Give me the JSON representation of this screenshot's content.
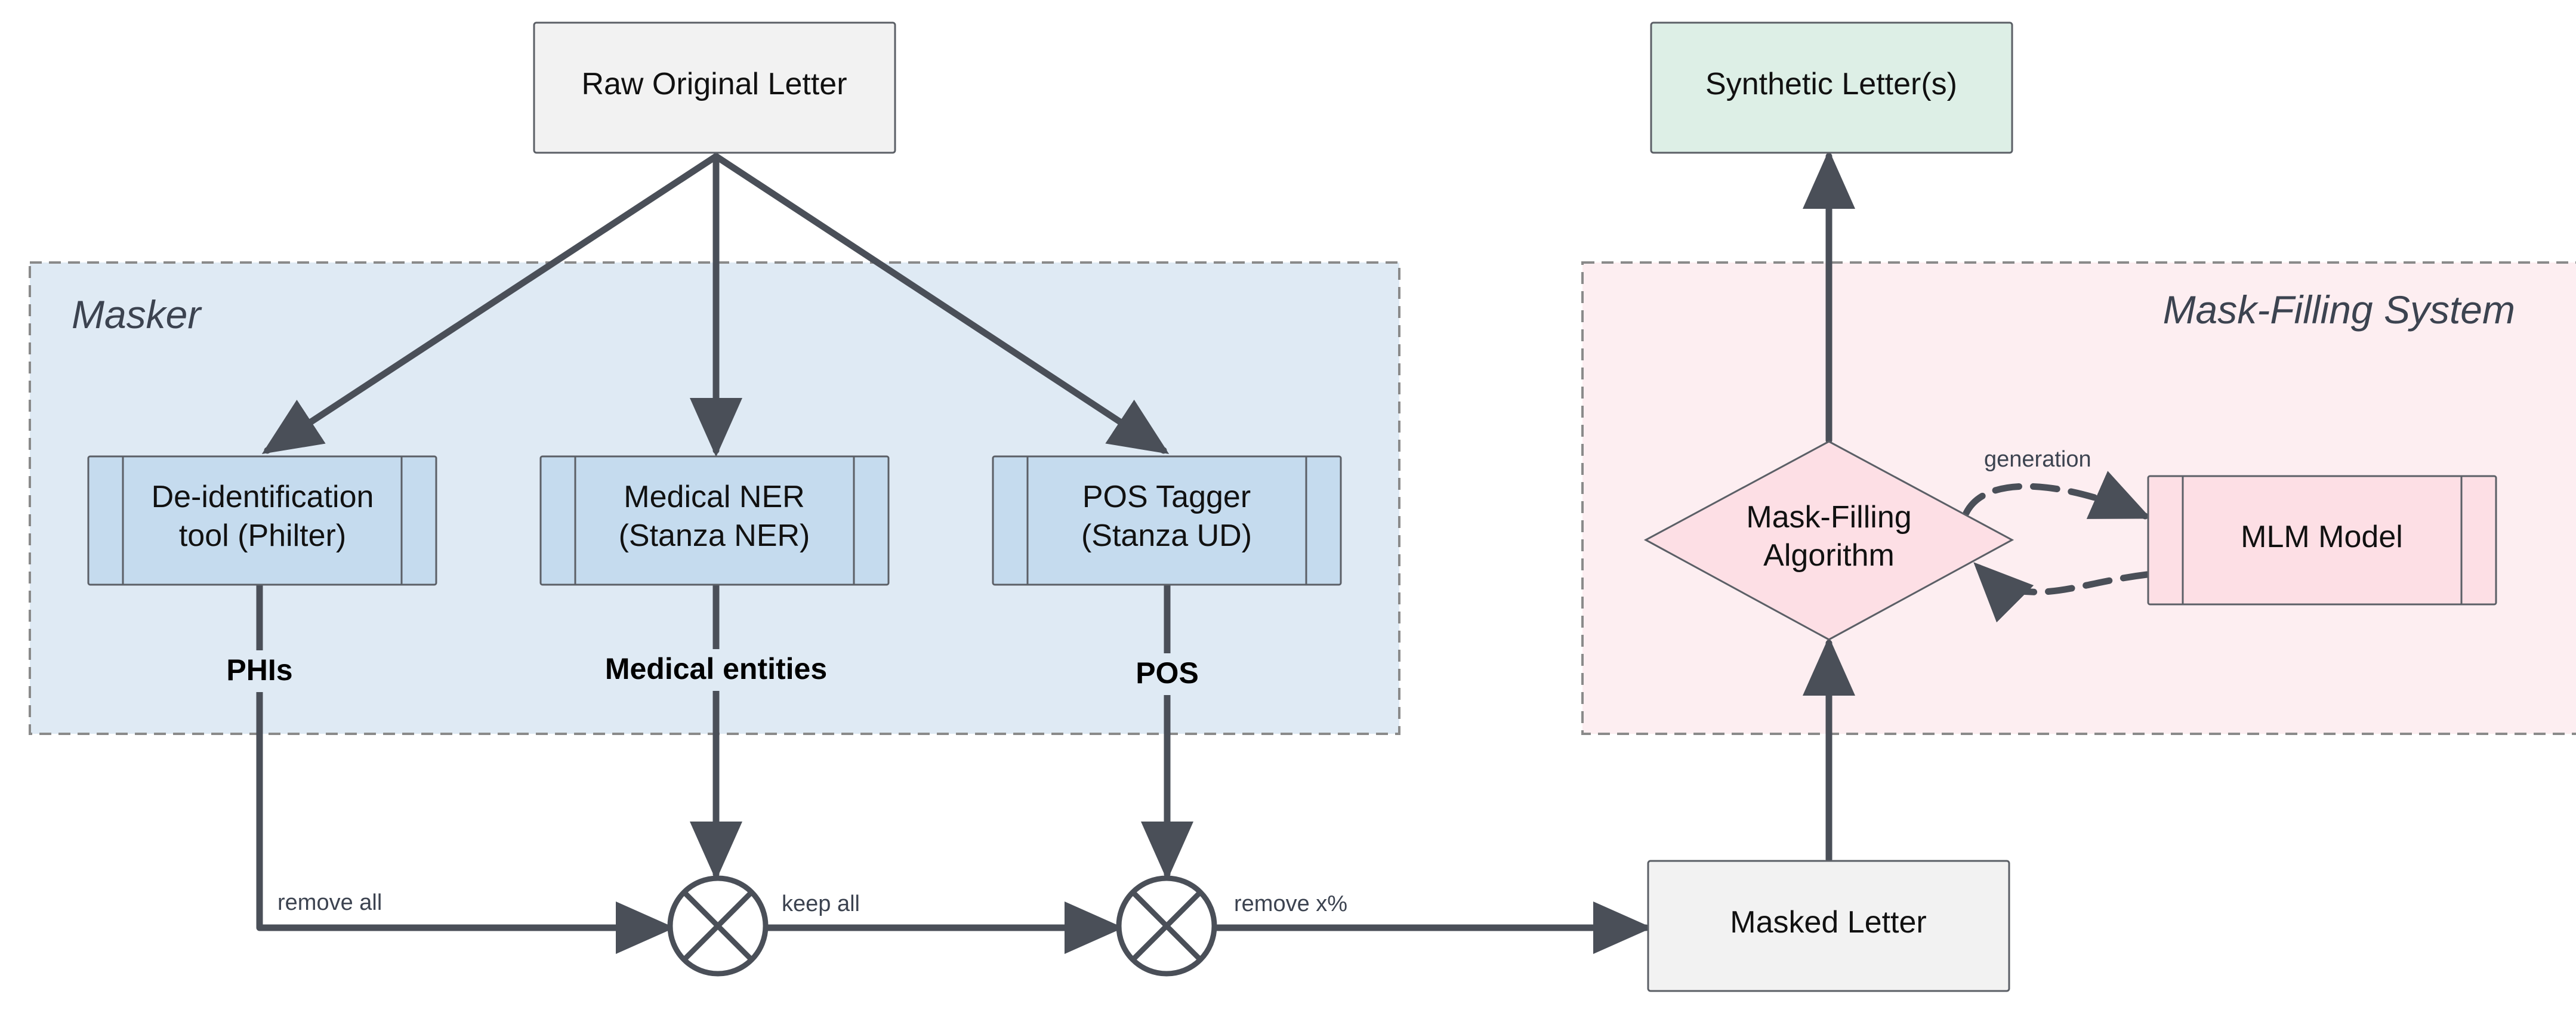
{
  "colors": {
    "masker_fill": "#dfeaf4",
    "mask_filling_fill": "#fdeef1",
    "cluster_border": "#8a8a8a",
    "process_fill": "#c5dbee",
    "neutral_fill": "#f2f2f2",
    "output_fill": "#ddefe6",
    "pink_fill": "#fddfe5",
    "edge": "#4a4f58"
  },
  "clusters": {
    "masker": {
      "title": "Masker"
    },
    "mask_filling": {
      "title": "Mask-Filling System"
    }
  },
  "nodes": {
    "raw_letter": {
      "label": "Raw Original Letter"
    },
    "synthetic_letter": {
      "label": "Synthetic Letter(s)"
    },
    "deid_tool": {
      "line1": "De-identification",
      "line2": "tool (Philter)"
    },
    "medical_ner": {
      "line1": "Medical NER",
      "line2": "(Stanza NER)"
    },
    "pos_tagger": {
      "line1": "POS Tagger",
      "line2": "(Stanza UD)"
    },
    "mask_filling_algorithm": {
      "line1": "Mask-Filling",
      "line2": "Algorithm"
    },
    "mlm_model": {
      "label": "MLM Model"
    },
    "masked_letter": {
      "label": "Masked Letter"
    }
  },
  "outputs": {
    "phis": "PHIs",
    "medical_entities": "Medical entities",
    "pos": "POS"
  },
  "edge_labels": {
    "remove_all": "remove all",
    "keep_all": "keep all",
    "remove_x": "remove x%",
    "generation": "generation"
  },
  "operators": [
    {
      "symbol": "⊗",
      "meaning": "combine"
    },
    {
      "symbol": "⊗",
      "meaning": "combine"
    }
  ]
}
